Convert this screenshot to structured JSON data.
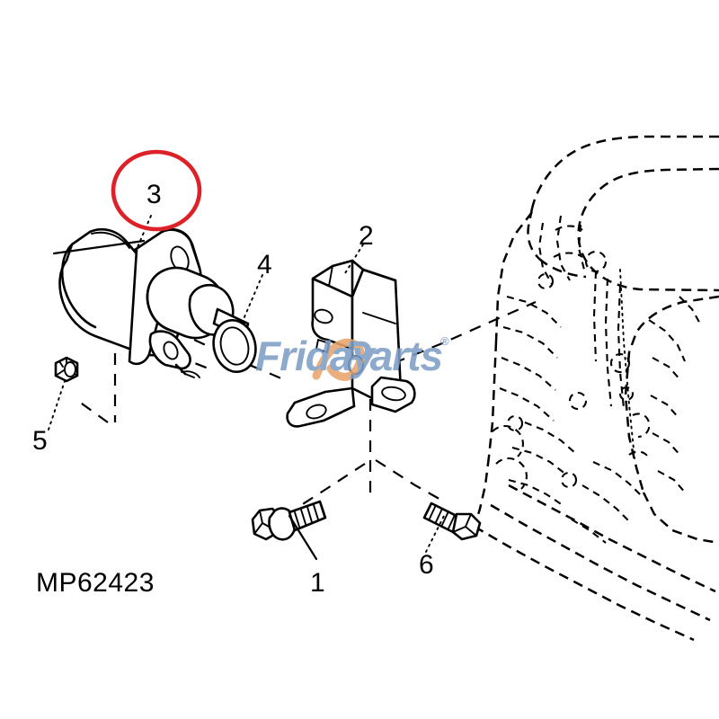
{
  "diagram": {
    "part_number_label": "MP62423",
    "background_color": "#ffffff",
    "line_color": "#000000",
    "highlight_color": "#dc2128",
    "callouts": [
      {
        "id": "1",
        "label": "1",
        "part": "flanged-hex-bolt",
        "highlighted": false
      },
      {
        "id": "2",
        "label": "2",
        "part": "mounting-bracket",
        "highlighted": false
      },
      {
        "id": "3",
        "label": "3",
        "part": "solenoid-actuator",
        "highlighted": true
      },
      {
        "id": "4",
        "label": "4",
        "part": "o-ring",
        "highlighted": false
      },
      {
        "id": "5",
        "label": "5",
        "part": "hex-nut",
        "highlighted": false
      },
      {
        "id": "6",
        "label": "6",
        "part": "hex-bolt",
        "highlighted": false
      }
    ],
    "assembly_target": "engine-block-phantom"
  },
  "watermark": {
    "text_first": "Friday",
    "text_second": "Parts",
    "registered_mark": "®",
    "color_blue": "#7e9fc6",
    "color_accent": "#e8a46a"
  }
}
